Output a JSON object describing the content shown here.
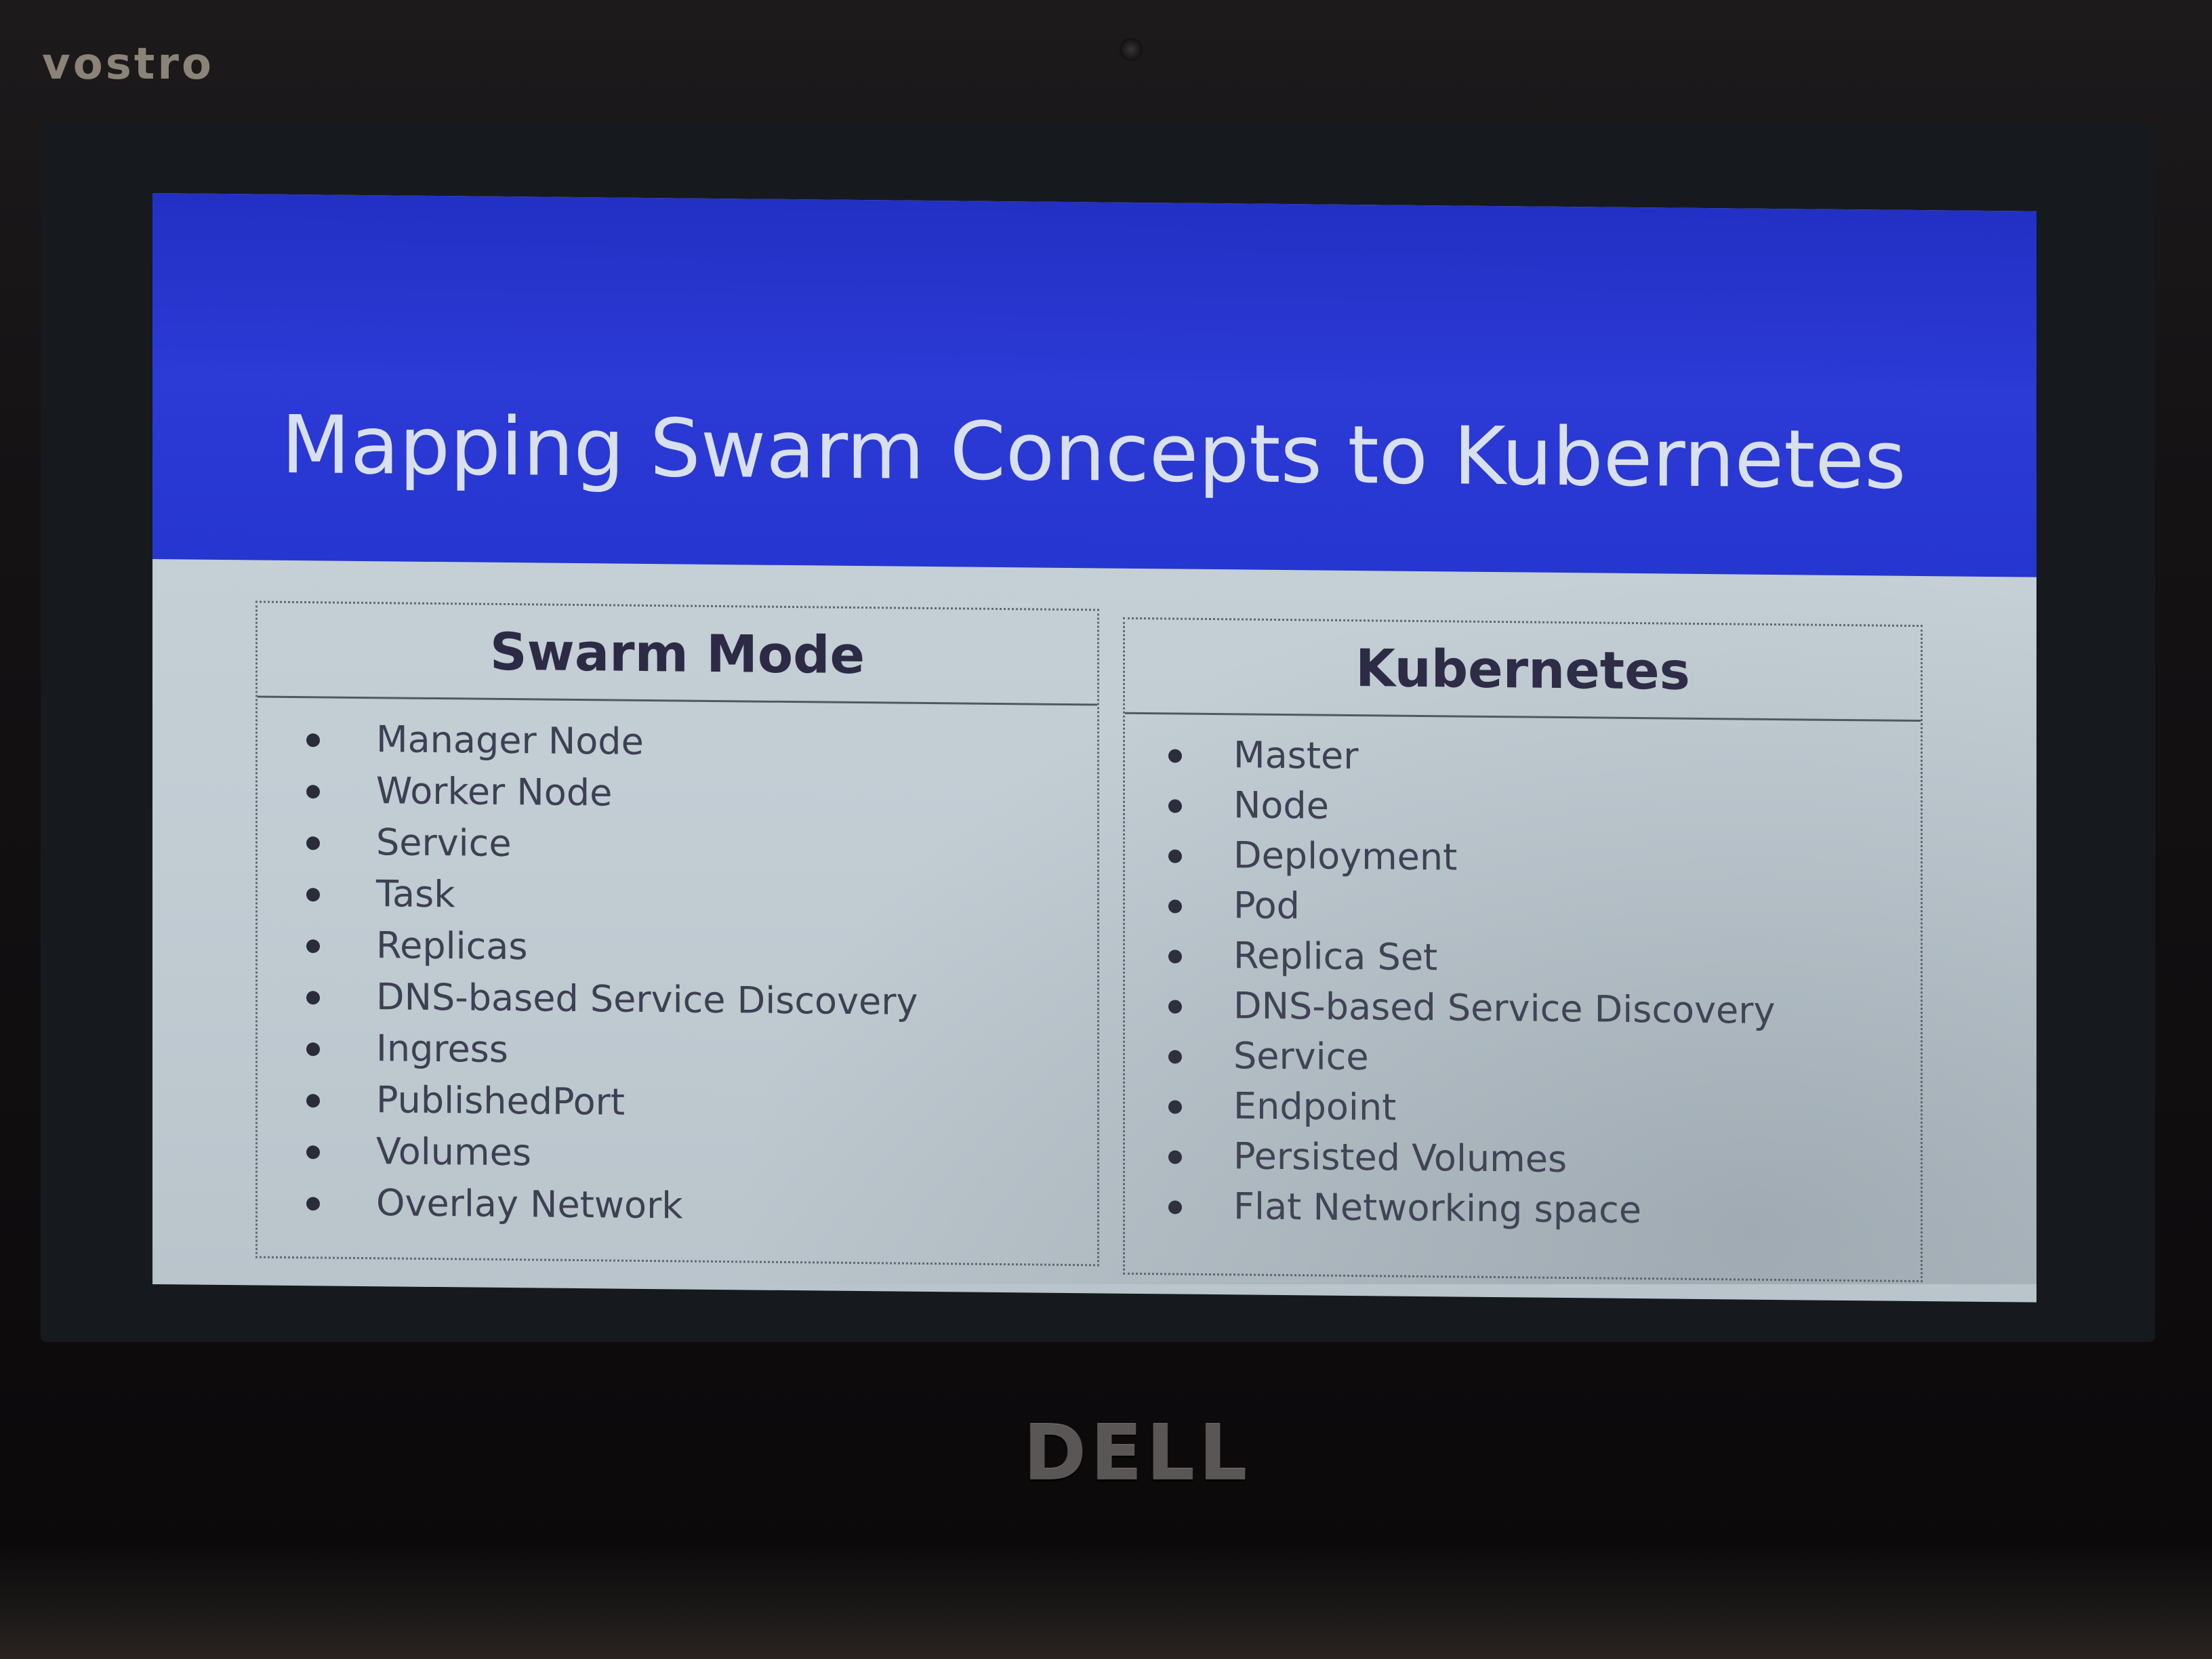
{
  "device": {
    "brand": "VOSTRO",
    "logo": "DELL"
  },
  "slide": {
    "title": "Mapping Swarm Concepts to Kubernetes",
    "left_column": {
      "heading": "Swarm Mode",
      "items": [
        "Manager Node",
        "Worker Node",
        "Service",
        "Task",
        "Replicas",
        "DNS-based Service Discovery",
        "Ingress",
        "PublishedPort",
        "Volumes",
        "Overlay Network"
      ]
    },
    "right_column": {
      "heading": "Kubernetes",
      "items": [
        "Master",
        "Node",
        "Deployment",
        "Pod",
        "Replica Set",
        "DNS-based Service Discovery",
        "Service",
        "Endpoint",
        "Persisted Volumes",
        "Flat Networking space"
      ]
    }
  }
}
